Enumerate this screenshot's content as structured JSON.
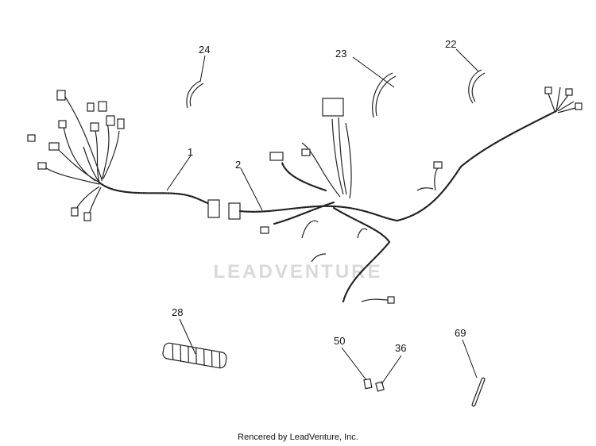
{
  "callouts": {
    "c1": "1",
    "c2": "2",
    "c22": "22",
    "c23": "23",
    "c24": "24",
    "c28": "28",
    "c36": "36",
    "c50": "50",
    "c69": "69"
  },
  "watermark": "LEADVENTURE",
  "footer": "Rencered by LeadVenture, Inc."
}
